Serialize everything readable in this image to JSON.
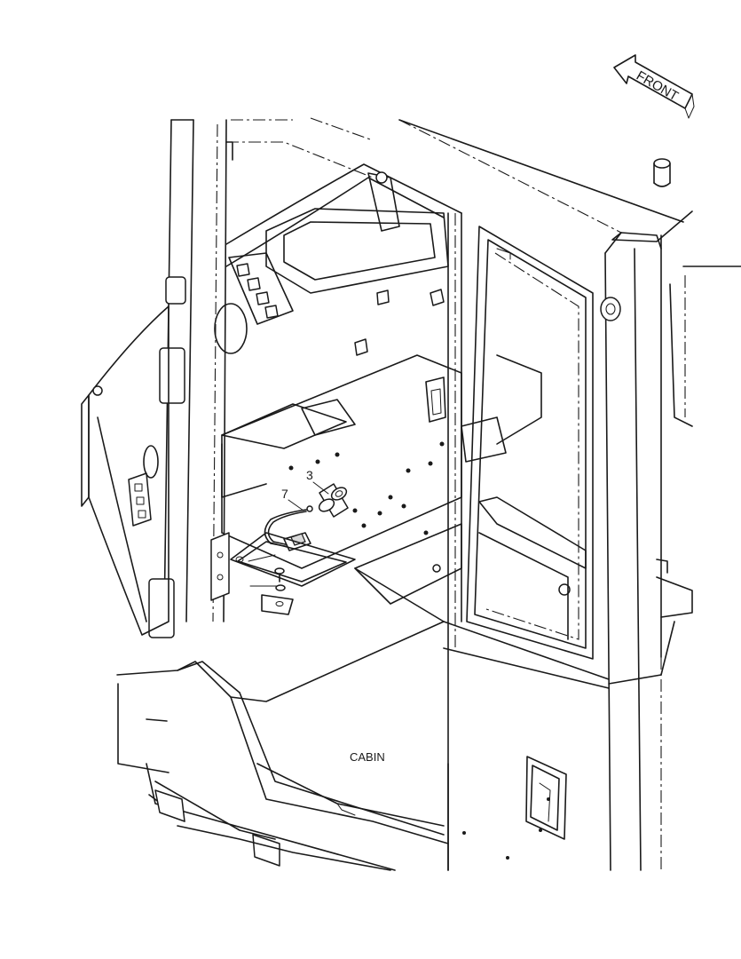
{
  "labels": {
    "front": "FRONT",
    "cabin": "CABIN"
  },
  "callouts": [
    {
      "number": "3",
      "part": "rotating-beacon-socket"
    },
    {
      "number": "7",
      "part": "harness-connector"
    }
  ],
  "colors": {
    "line": "#1a1a1a",
    "background": "#ffffff",
    "shade": "#d9d9d9"
  }
}
